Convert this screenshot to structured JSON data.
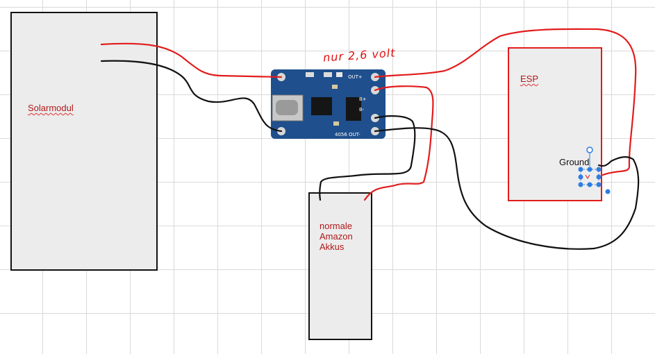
{
  "solar": {
    "label": "Solarmodul"
  },
  "battery": {
    "label": "normale Amazon Akkus"
  },
  "esp": {
    "label": "ESP",
    "ground_label": "Ground"
  },
  "charger": {
    "note": "nur 2,6 volt",
    "pins": {
      "out_plus": "OUT+",
      "b_plus": "B+",
      "b_minus": "B-",
      "out_minus": "OUT-",
      "chip": "4056"
    }
  },
  "colors": {
    "positive_wire": "#e21b1b",
    "negative_wire": "#111111",
    "board": "#1f4f8c",
    "selection": "#2f7de1"
  }
}
